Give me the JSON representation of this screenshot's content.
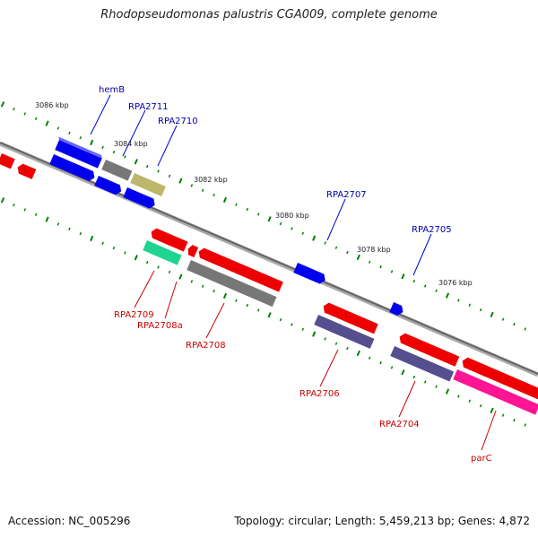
{
  "title": "Rhodopseudomonas palustris CGA009, complete genome",
  "footer": {
    "accession": "Accession: NC_005296",
    "stats": "Topology: circular; Length: 5,459,213 bp; Genes: 4,872"
  },
  "colors": {
    "forward_gene": "#0000ee",
    "reverse_gene": "#ee0000",
    "olive_gene": "#bdb76b",
    "pseudo_gray": "#777777",
    "slate_rna": "#554e8f",
    "teal_rna": "#1ed490",
    "pink_gene": "#ff1493",
    "tick_green": "#008000"
  },
  "kbp_labels": [
    "3086 kbp",
    "3084 kbp",
    "3082 kbp",
    "3080 kbp",
    "3078 kbp",
    "3076 kbp"
  ],
  "gene_labels": {
    "top": [
      "hemB",
      "RPA2711",
      "RPA2710",
      "RPA2707",
      "RPA2705"
    ],
    "bottom": [
      "RPA2709",
      "RPA2708a",
      "RPA2708",
      "RPA2706",
      "RPA2704",
      "parC"
    ]
  }
}
